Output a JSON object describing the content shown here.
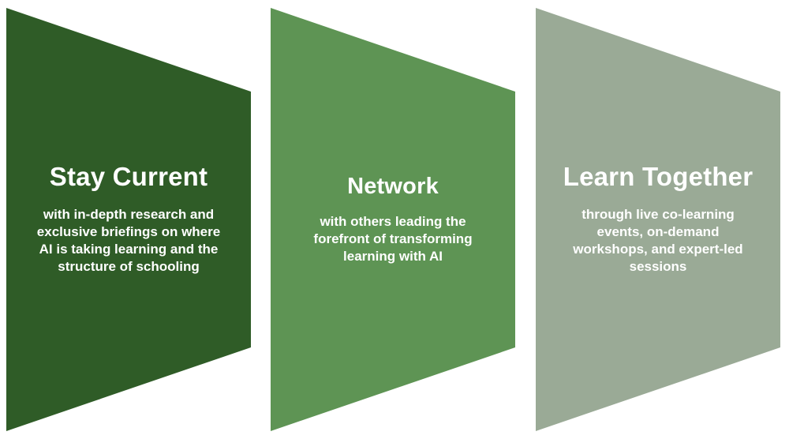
{
  "diagram": {
    "panels": [
      {
        "title": "Stay Current",
        "body": "with in-depth research and\nexclusive briefings on where\nAI is taking learning and the\nstructure of schooling",
        "color": "#2f5c27"
      },
      {
        "title": "Network",
        "body": "with others leading the\nforefront of transforming\nlearning with AI",
        "color": "#5e9454"
      },
      {
        "title": "Learn Together",
        "body": "through live co-learning\nevents, on-demand\nworkshops, and expert-led\nsessions",
        "color": "#9aaa96"
      }
    ]
  }
}
